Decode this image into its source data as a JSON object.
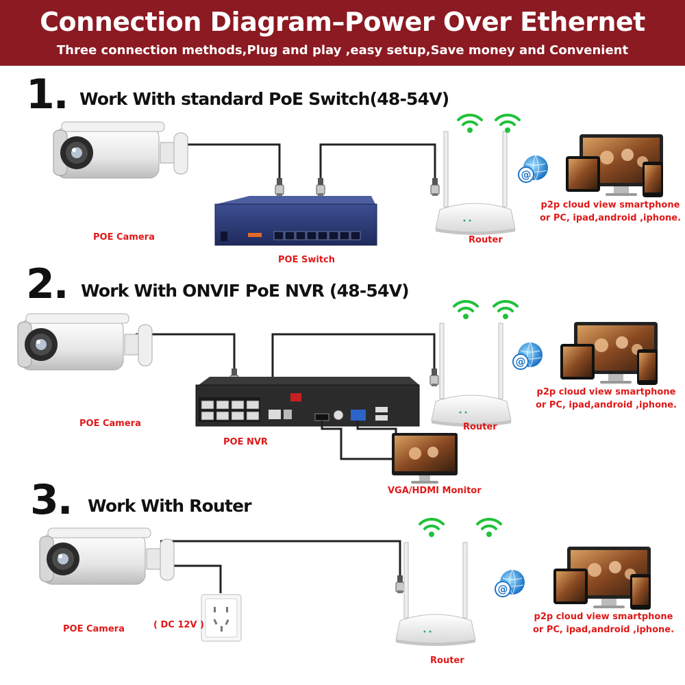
{
  "header": {
    "title": "Connection Diagram–Power Over Ethernet",
    "subtitle": "Three connection methods,Plug and play ,easy setup,Save money and Convenient"
  },
  "sections": [
    {
      "number": "1.",
      "heading": "Work With standard PoE Switch(48-54V)",
      "camera_label": "POE Camera",
      "device_label": "POE Switch",
      "router_label": "Router",
      "p2p_line1": "p2p cloud view smartphone",
      "p2p_line2": "or PC, ipad,android ,iphone."
    },
    {
      "number": "2.",
      "heading": "Work With ONVIF PoE NVR (48-54V)",
      "camera_label": "POE Camera",
      "device_label": "POE NVR",
      "monitor_label": "VGA/HDMI Monitor",
      "router_label": "Router",
      "p2p_line1": "p2p cloud view smartphone",
      "p2p_line2": "or PC, ipad,android ,iphone."
    },
    {
      "number": "3.",
      "heading": "Work With Router",
      "camera_label": "POE Camera",
      "power_label": "( DC 12V )",
      "router_label": "Router",
      "p2p_line1": "p2p cloud view smartphone",
      "p2p_line2": "or PC, ipad,android ,iphone."
    }
  ],
  "colors": {
    "banner": "#8b1a22",
    "label_red": "#e01818",
    "wifi_green": "#1fc23a",
    "switch_blue": "#2c3c78",
    "cable": "#222222"
  }
}
